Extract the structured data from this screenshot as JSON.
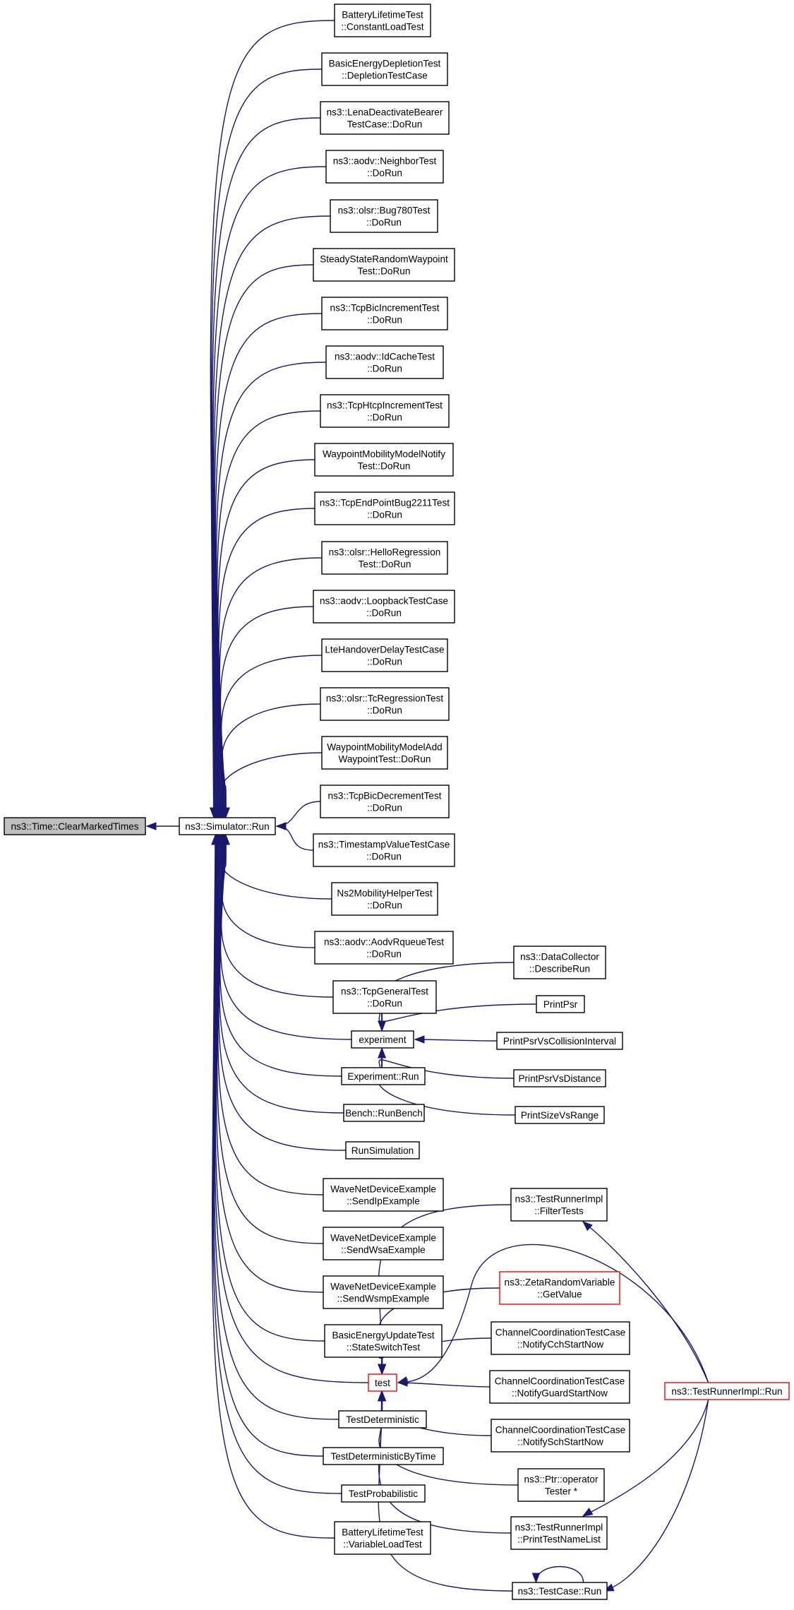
{
  "diagram": {
    "edge_color": "#191970",
    "root_fill": "#bfbfbf",
    "highlight_border": "#ff0000",
    "nodes": [
      {
        "id": "clear",
        "lines": [
          "ns3::Time::ClearMarkedTimes"
        ],
        "root": true
      },
      {
        "id": "simrun",
        "lines": [
          "ns3::Simulator::Run"
        ]
      },
      {
        "id": "n1",
        "lines": [
          "BatteryLifetimeTest",
          "::ConstantLoadTest"
        ]
      },
      {
        "id": "n2",
        "lines": [
          "BasicEnergyDepletionTest",
          "::DepletionTestCase"
        ]
      },
      {
        "id": "n3",
        "lines": [
          "ns3::LenaDeactivateBearer",
          "TestCase::DoRun"
        ]
      },
      {
        "id": "n4",
        "lines": [
          "ns3::aodv::NeighborTest",
          "::DoRun"
        ]
      },
      {
        "id": "n5",
        "lines": [
          "ns3::olsr::Bug780Test",
          "::DoRun"
        ]
      },
      {
        "id": "n6",
        "lines": [
          "SteadyStateRandomWaypoint",
          "Test::DoRun"
        ]
      },
      {
        "id": "n7",
        "lines": [
          "ns3::TcpBicIncrementTest",
          "::DoRun"
        ]
      },
      {
        "id": "n8",
        "lines": [
          "ns3::aodv::IdCacheTest",
          "::DoRun"
        ]
      },
      {
        "id": "n9",
        "lines": [
          "ns3::TcpHtcpIncrementTest",
          "::DoRun"
        ]
      },
      {
        "id": "n10",
        "lines": [
          "WaypointMobilityModelNotify",
          "Test::DoRun"
        ]
      },
      {
        "id": "n11",
        "lines": [
          "ns3::TcpEndPointBug2211Test",
          "::DoRun"
        ]
      },
      {
        "id": "n12",
        "lines": [
          "ns3::olsr::HelloRegression",
          "Test::DoRun"
        ]
      },
      {
        "id": "n13",
        "lines": [
          "ns3::aodv::LoopbackTestCase",
          "::DoRun"
        ]
      },
      {
        "id": "n14",
        "lines": [
          "LteHandoverDelayTestCase",
          "::DoRun"
        ]
      },
      {
        "id": "n15",
        "lines": [
          "ns3::olsr::TcRegressionTest",
          "::DoRun"
        ]
      },
      {
        "id": "n16",
        "lines": [
          "WaypointMobilityModelAdd",
          "WaypointTest::DoRun"
        ]
      },
      {
        "id": "n17",
        "lines": [
          "ns3::TcpBicDecrementTest",
          "::DoRun"
        ]
      },
      {
        "id": "n18",
        "lines": [
          "ns3::TimestampValueTestCase",
          "::DoRun"
        ]
      },
      {
        "id": "n19",
        "lines": [
          "Ns2MobilityHelperTest",
          "::DoRun"
        ]
      },
      {
        "id": "n20",
        "lines": [
          "ns3::aodv::AodvRqueueTest",
          "::DoRun"
        ]
      },
      {
        "id": "n21",
        "lines": [
          "ns3::TcpGeneralTest",
          "::DoRun"
        ]
      },
      {
        "id": "experiment",
        "lines": [
          "experiment"
        ]
      },
      {
        "id": "n23",
        "lines": [
          "Experiment::Run"
        ]
      },
      {
        "id": "n24",
        "lines": [
          "Bench::RunBench"
        ]
      },
      {
        "id": "n25",
        "lines": [
          "RunSimulation"
        ]
      },
      {
        "id": "n26",
        "lines": [
          "WaveNetDeviceExample",
          "::SendIpExample"
        ]
      },
      {
        "id": "n27",
        "lines": [
          "WaveNetDeviceExample",
          "::SendWsaExample"
        ]
      },
      {
        "id": "n28",
        "lines": [
          "WaveNetDeviceExample",
          "::SendWsmpExample"
        ]
      },
      {
        "id": "n29",
        "lines": [
          "BasicEnergyUpdateTest",
          "::StateSwitchTest"
        ]
      },
      {
        "id": "test",
        "lines": [
          "test"
        ],
        "red": true
      },
      {
        "id": "n31",
        "lines": [
          "TestDeterministic"
        ]
      },
      {
        "id": "n32",
        "lines": [
          "TestDeterministicByTime"
        ]
      },
      {
        "id": "n33",
        "lines": [
          "TestProbabilistic"
        ]
      },
      {
        "id": "n34",
        "lines": [
          "BatteryLifetimeTest",
          "::VariableLoadTest"
        ]
      },
      {
        "id": "e1",
        "lines": [
          "ns3::DataCollector",
          "::DescribeRun"
        ]
      },
      {
        "id": "e2",
        "lines": [
          "PrintPsr"
        ]
      },
      {
        "id": "e3",
        "lines": [
          "PrintPsrVsCollisionInterval"
        ]
      },
      {
        "id": "e4",
        "lines": [
          "PrintPsrVsDistance"
        ]
      },
      {
        "id": "e5",
        "lines": [
          "PrintSizeVsRange"
        ]
      },
      {
        "id": "filter",
        "lines": [
          "ns3::TestRunnerImpl",
          "::FilterTests"
        ]
      },
      {
        "id": "zeta",
        "lines": [
          "ns3::ZetaRandomVariable",
          "::GetValue"
        ],
        "red": true
      },
      {
        "id": "cch",
        "lines": [
          "ChannelCoordinationTestCase",
          "::NotifyCchStartNow"
        ]
      },
      {
        "id": "guard",
        "lines": [
          "ChannelCoordinationTestCase",
          "::NotifyGuardStartNow"
        ]
      },
      {
        "id": "sch",
        "lines": [
          "ChannelCoordinationTestCase",
          "::NotifySchStartNow"
        ]
      },
      {
        "id": "ptr",
        "lines": [
          "ns3::Ptr::operator",
          "Tester *"
        ]
      },
      {
        "id": "printnames",
        "lines": [
          "ns3::TestRunnerImpl",
          "::PrintTestNameList"
        ]
      },
      {
        "id": "tcrun",
        "lines": [
          "ns3::TestCase::Run"
        ]
      },
      {
        "id": "trrun",
        "lines": [
          "ns3::TestRunnerImpl::Run"
        ],
        "red": true
      }
    ],
    "edges": [
      [
        "clear",
        "simrun"
      ],
      [
        "simrun",
        "n1"
      ],
      [
        "simrun",
        "n2"
      ],
      [
        "simrun",
        "n3"
      ],
      [
        "simrun",
        "n4"
      ],
      [
        "simrun",
        "n5"
      ],
      [
        "simrun",
        "n6"
      ],
      [
        "simrun",
        "n7"
      ],
      [
        "simrun",
        "n8"
      ],
      [
        "simrun",
        "n9"
      ],
      [
        "simrun",
        "n10"
      ],
      [
        "simrun",
        "n11"
      ],
      [
        "simrun",
        "n12"
      ],
      [
        "simrun",
        "n13"
      ],
      [
        "simrun",
        "n14"
      ],
      [
        "simrun",
        "n15"
      ],
      [
        "simrun",
        "n16"
      ],
      [
        "simrun",
        "n17"
      ],
      [
        "simrun",
        "n18"
      ],
      [
        "simrun",
        "n19"
      ],
      [
        "simrun",
        "n20"
      ],
      [
        "simrun",
        "n21"
      ],
      [
        "simrun",
        "experiment"
      ],
      [
        "simrun",
        "n23"
      ],
      [
        "simrun",
        "n24"
      ],
      [
        "simrun",
        "n25"
      ],
      [
        "simrun",
        "n26"
      ],
      [
        "simrun",
        "n27"
      ],
      [
        "simrun",
        "n28"
      ],
      [
        "simrun",
        "n29"
      ],
      [
        "simrun",
        "test"
      ],
      [
        "simrun",
        "n31"
      ],
      [
        "simrun",
        "n32"
      ],
      [
        "simrun",
        "n33"
      ],
      [
        "simrun",
        "n34"
      ],
      [
        "experiment",
        "e1"
      ],
      [
        "experiment",
        "e2"
      ],
      [
        "experiment",
        "e3"
      ],
      [
        "experiment",
        "e4"
      ],
      [
        "experiment",
        "e5"
      ],
      [
        "test",
        "filter"
      ],
      [
        "test",
        "zeta"
      ],
      [
        "test",
        "cch"
      ],
      [
        "test",
        "guard"
      ],
      [
        "test",
        "sch"
      ],
      [
        "test",
        "ptr"
      ],
      [
        "test",
        "printnames"
      ],
      [
        "test",
        "tcrun"
      ],
      [
        "test",
        "trrun"
      ],
      [
        "filter",
        "trrun"
      ],
      [
        "printnames",
        "trrun"
      ],
      [
        "tcrun",
        "trrun"
      ],
      [
        "tcrun",
        "tcrun"
      ]
    ]
  }
}
